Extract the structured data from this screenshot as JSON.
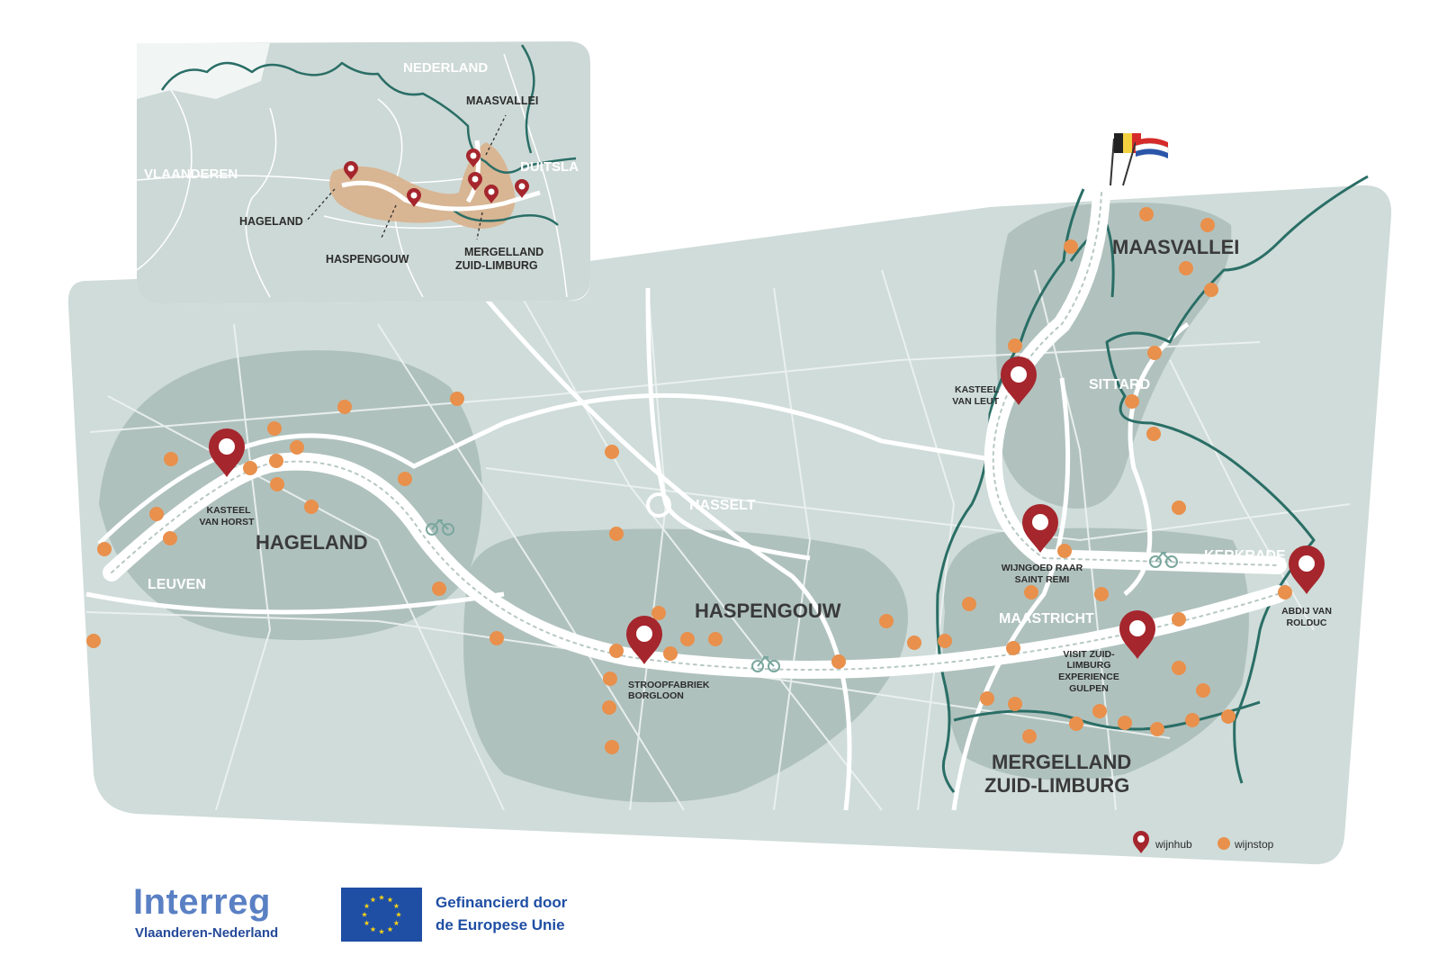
{
  "regions": {
    "hageland": "HAGELAND",
    "haspengouw": "HASPENGOUW",
    "maasvallei": "MAASVALLEI",
    "mergelland_line1": "MERGELLAND",
    "mergelland_line2": "ZUID-LIMBURG"
  },
  "cities": {
    "leuven": "LEUVEN",
    "hasselt": "HASSELT",
    "sittard": "SITTARD",
    "kerkrade": "KERKRADE",
    "maastricht": "MAASTRICHT"
  },
  "hubs": [
    {
      "line1": "KASTEEL",
      "line2": "VAN HORST"
    },
    {
      "line1": "STROOPFABRIEK",
      "line2": "BORGLOON"
    },
    {
      "line1": "KASTEEL",
      "line2": "VAN LEUT"
    },
    {
      "line1": "WIJNGOED RAAR",
      "line2": "SAINT REMI"
    },
    {
      "line1": "VISIT ZUID-",
      "line2": "LIMBURG",
      "line3": "EXPERIENCE",
      "line4": "GULPEN"
    },
    {
      "line1": "ABDIJ VAN",
      "line2": "ROLDUC"
    }
  ],
  "inset": {
    "nederland": "NEDERLAND",
    "vlaanderen": "VLAANDEREN",
    "duitsland": "DUITSLA",
    "maasvallei": "MAASVALLEI",
    "hageland": "HAGELAND",
    "haspengouw": "HASPENGOUW",
    "mergelland_line1": "MERGELLAND",
    "mergelland_line2": "ZUID-LIMBURG"
  },
  "legend": {
    "hub": "wijnhub",
    "stop": "wijnstop"
  },
  "footer": {
    "interreg": "Interreg",
    "interreg_sub": "Vlaanderen-Nederland",
    "eu_line1": "Gefinancierd door",
    "eu_line2": "de Europese Unie"
  },
  "colors": {
    "land": "#cfdcd9",
    "region_fill": "#a9bcb7",
    "route": "#ffffff",
    "border_river": "#2a6e66",
    "hub": "#a5262d",
    "stop": "#e8904c",
    "inset_highlight": "#d9b08c"
  }
}
